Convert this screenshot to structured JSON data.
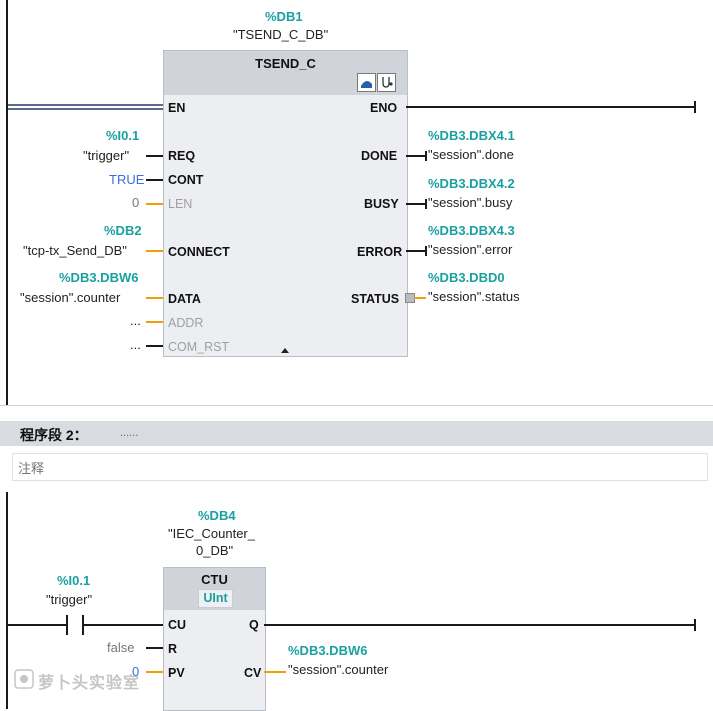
{
  "network1": {
    "db_addr": "%DB1",
    "db_name": "\"TSEND_C_DB\"",
    "block_title": "TSEND_C",
    "inputs": [
      {
        "pin": "EN"
      },
      {
        "pin": "REQ",
        "addr": "%I0.1",
        "value": "\"trigger\""
      },
      {
        "pin": "CONT",
        "value": "TRUE"
      },
      {
        "pin": "LEN",
        "value": "0"
      },
      {
        "pin": "CONNECT",
        "addr": "%DB2",
        "value": "\"tcp-tx_Send_DB\""
      },
      {
        "pin": "DATA",
        "addr": "%DB3.DBW6",
        "value": "\"session\".counter"
      },
      {
        "pin": "ADDR",
        "value": "..."
      },
      {
        "pin": "COM_RST",
        "value": "..."
      }
    ],
    "outputs": [
      {
        "pin": "ENO"
      },
      {
        "pin": "DONE",
        "addr": "%DB3.DBX4.1",
        "value": "\"session\".done"
      },
      {
        "pin": "BUSY",
        "addr": "%DB3.DBX4.2",
        "value": "\"session\".busy"
      },
      {
        "pin": "ERROR",
        "addr": "%DB3.DBX4.3",
        "value": "\"session\".error"
      },
      {
        "pin": "STATUS",
        "addr": "%DB3.DBD0",
        "value": "\"session\".status"
      }
    ],
    "icons": [
      "config-icon",
      "diagnostics-icon"
    ]
  },
  "network2": {
    "header": "程序段 2：",
    "header_dots": "......",
    "comment": "注释",
    "db_addr": "%DB4",
    "db_name_line1": "\"IEC_Counter_",
    "db_name_line2": "0_DB\"",
    "block_title": "CTU",
    "block_type": "UInt",
    "contact_addr": "%I0.1",
    "contact_name": "\"trigger\"",
    "inputs": [
      {
        "pin": "CU"
      },
      {
        "pin": "R",
        "value": "false"
      },
      {
        "pin": "PV",
        "value": "0"
      }
    ],
    "outputs": [
      {
        "pin": "Q"
      },
      {
        "pin": "CV",
        "addr": "%DB3.DBW6",
        "value": "\"session\".counter"
      }
    ]
  },
  "watermark": "萝卜头实验室",
  "colors": {
    "address": "#1aa0a0",
    "constant": "#3a6fd8",
    "wire_orange": "#f0a000"
  }
}
